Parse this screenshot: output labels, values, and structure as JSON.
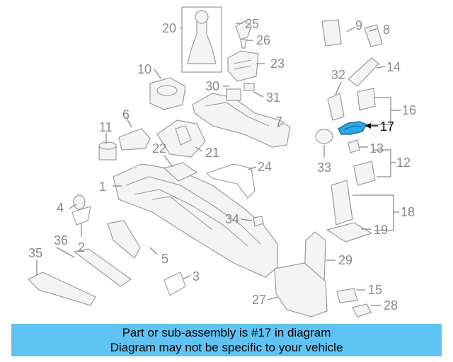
{
  "callouts": {
    "n1": "1",
    "n2": "2",
    "n3": "3",
    "n4": "4",
    "n5": "5",
    "n6": "6",
    "n7": "7",
    "n8": "8",
    "n9": "9",
    "n10": "10",
    "n11": "11",
    "n12": "12",
    "n13": "13",
    "n14": "14",
    "n15": "15",
    "n16": "16",
    "n17": "17",
    "n18": "18",
    "n19": "19",
    "n20": "20",
    "n21": "21",
    "n22": "22",
    "n23": "23",
    "n24": "24",
    "n25": "25",
    "n26": "26",
    "n27": "27",
    "n28": "28",
    "n29": "29",
    "n30": "30",
    "n31": "31",
    "n32": "32",
    "n33": "33",
    "n34": "34",
    "n35": "35",
    "n36": "36"
  },
  "highlight": {
    "part_number": "17",
    "color": "#2aa7e8"
  },
  "banner": {
    "line1": "Part or sub-assembly is #17 in diagram",
    "line2": "Diagram may not be specific to your vehicle",
    "color": "#5ec3f2"
  }
}
